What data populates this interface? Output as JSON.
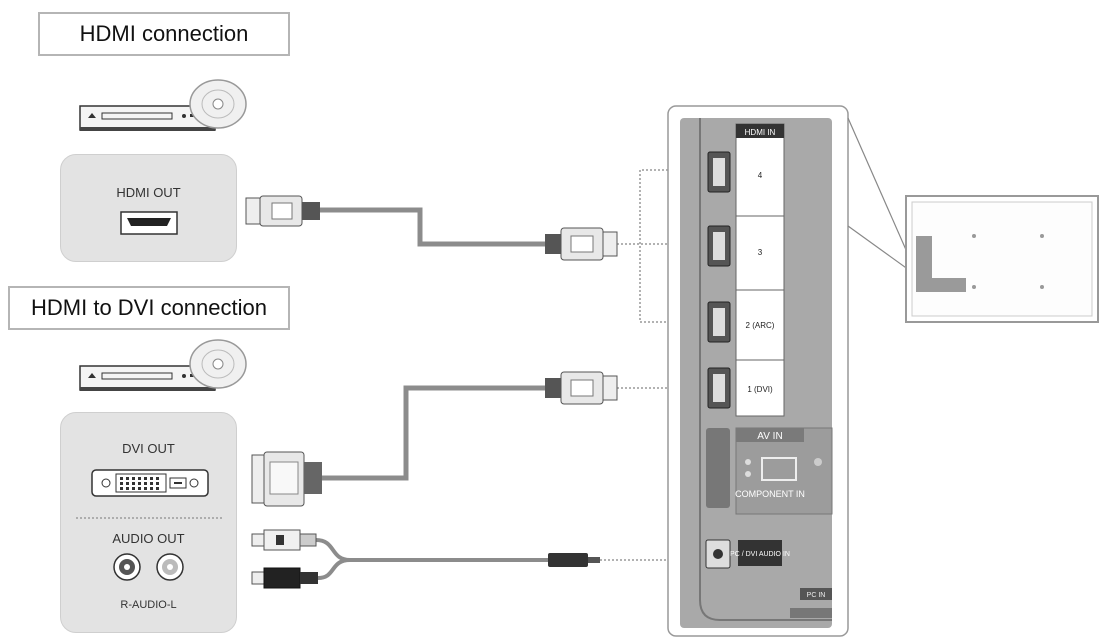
{
  "titles": {
    "hdmi_connection": "HDMI connection",
    "hdmi_to_dvi_connection": "HDMI to DVI connection"
  },
  "source_device_1": {
    "port_label": "HDMI OUT"
  },
  "source_device_2": {
    "video_port_label": "DVI OUT",
    "audio_port_label": "AUDIO OUT",
    "audio_channels_label": "R-AUDIO-L"
  },
  "tv_panel": {
    "hdmi_header": "HDMI IN",
    "hdmi_ports": [
      "4",
      "3",
      "2 (ARC)",
      "1 (DVI)"
    ],
    "av_in_label": "AV IN",
    "component_label": "COMPONENT IN",
    "pc_audio_label": "PC / DVI AUDIO IN",
    "bottom_label": "PC IN"
  },
  "colors": {
    "panel_bg": "#e3e3e3",
    "tv_back": "#a9a9a9",
    "cable": "#8c8c8c",
    "outline": "#b5b5b5"
  }
}
